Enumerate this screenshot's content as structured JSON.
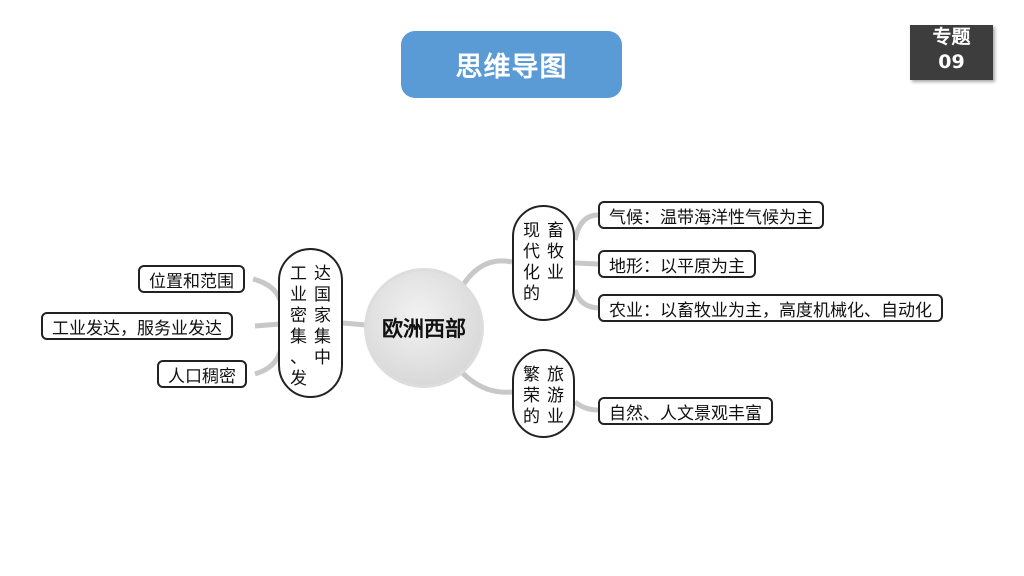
{
  "title": "思维导图",
  "badge": {
    "line1": "专题",
    "line2": "09"
  },
  "center": "欧洲西部",
  "left_branch": {
    "columns": [
      "工业密集、发",
      "达国家集中"
    ],
    "items": [
      "位置和范围",
      "工业发达，服务业发达",
      "人口稠密"
    ]
  },
  "right_top_branch": {
    "columns": [
      "现代化的",
      "畜牧业"
    ],
    "items": [
      "气候：温带海洋性气候为主",
      "地形：以平原为主",
      "农业：以畜牧业为主，高度机械化、自动化"
    ]
  },
  "right_bottom_branch": {
    "columns": [
      "繁荣的",
      "旅游业"
    ],
    "items": [
      "自然、人文景观丰富"
    ]
  },
  "colors": {
    "title_bg": "#5b9bd5",
    "badge_bg": "#3d3d3d",
    "connector": "#c8c8c8"
  }
}
